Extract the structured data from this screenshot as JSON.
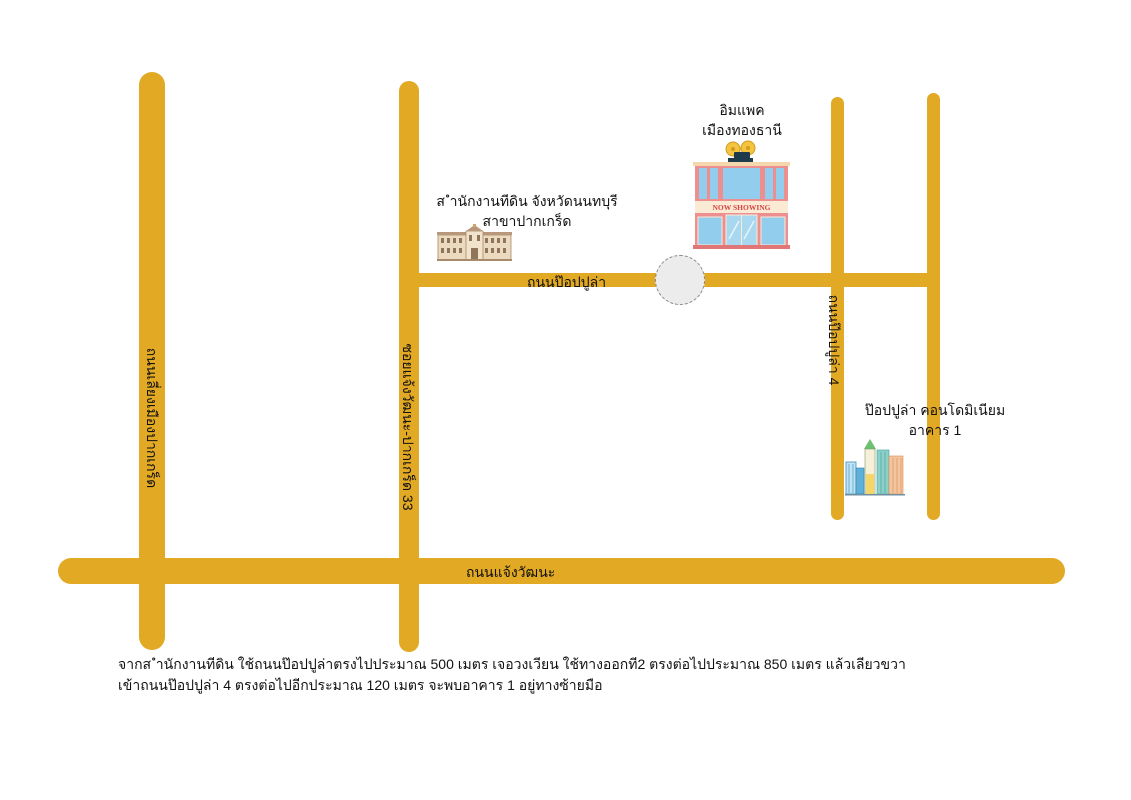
{
  "colors": {
    "background": "#FFFFFF",
    "road": "#E2A924",
    "roundabout_fill": "#ECECEC",
    "text": "#111111"
  },
  "roads": {
    "bypass_label": "ถนนเลี่ยงเมืองปากเกร็ด",
    "soi_label": "ซอยแจ้งวัฒนะ-ปากเกร็ด 33",
    "popular_label": "ถนนป๊อปปูล่า",
    "popular4_label": "ถนนป๊อปปูล่า 4",
    "chaengwattana_label": "ถนนแจ้งวัฒนะ"
  },
  "places": {
    "land_office": {
      "line1": "ส ำนักงานทีดิน จังหวัดนนทบุรี",
      "line2": "สาขาปากเกร็ด",
      "icon": "government-building-icon"
    },
    "impact": {
      "line1": "อิมแพค",
      "line2": "เมืองทองธานี",
      "icon": "cinema-icon",
      "banner": "NOW SHOWING"
    },
    "condo": {
      "line1": "ป๊อปปูล่า คอนโดมิเนียม",
      "line2": "อาคาร 1",
      "icon": "condominium-icon"
    }
  },
  "directions": {
    "line1": "จากส ำนักงานทีดิน ใช้ถนนป๊อปปูล่าตรงไปประมาณ 500 เมตร เจอวงเวียน ใช้ทางออกที2 ตรงต่อไปประมาณ 850 เมตร แล้วเลียวขวา",
    "line2": "เข้าถนนป๊อปปูล่า 4 ตรงต่อไปอีกประมาณ 120 เมตร จะพบอาคาร 1 อยู่ทางซ้ายมือ"
  }
}
